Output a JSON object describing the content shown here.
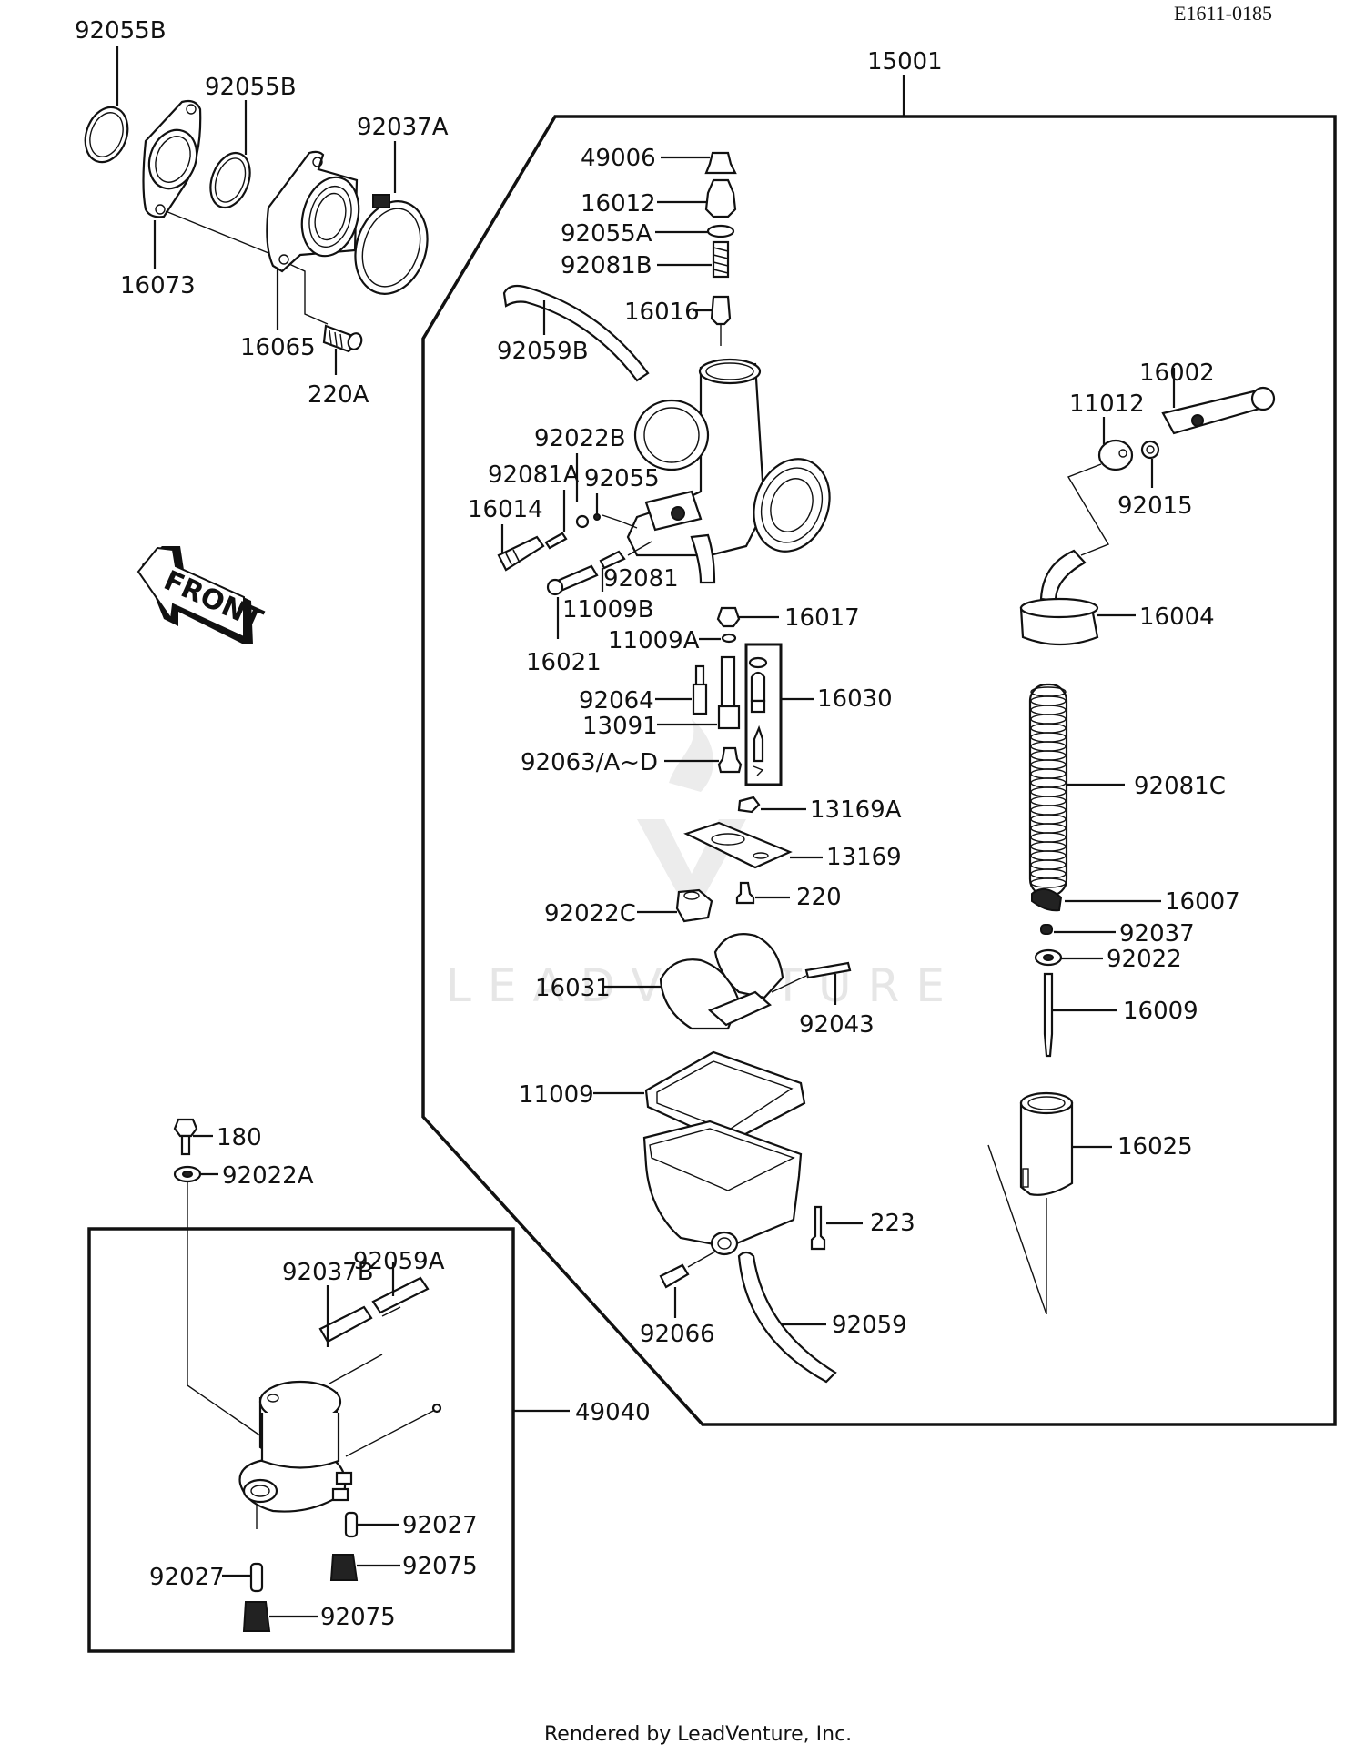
{
  "document": {
    "doc_id": "E1611-0185",
    "footer": "Rendered by LeadVenture, Inc.",
    "watermark": "LEADVENTURE",
    "direction_marker": "FRONT"
  },
  "groups": {
    "carburetor_assembly": "15001",
    "fuel_pump_assembly": "49040"
  },
  "labels": {
    "p92055B_a": "92055B",
    "p92055B_b": "92055B",
    "p92037A": "92037A",
    "p16073": "16073",
    "p16065": "16065",
    "p220A": "220A",
    "p15001": "15001",
    "p49006": "49006",
    "p16012": "16012",
    "p92055A": "92055A",
    "p92081B": "92081B",
    "p16016": "16016",
    "p92059B": "92059B",
    "p92022B": "92022B",
    "p92081A": "92081A",
    "p92055": "92055",
    "p16014": "16014",
    "p92081": "92081",
    "p11009B": "11009B",
    "p16021": "16021",
    "p16017": "16017",
    "p11009A": "11009A",
    "p92064": "92064",
    "p16030": "16030",
    "p13091": "13091",
    "p92063": "92063/A~D",
    "p13169A": "13169A",
    "p13169": "13169",
    "p220": "220",
    "p92022C": "92022C",
    "p16031": "16031",
    "p92043": "92043",
    "p11009": "11009",
    "p223": "223",
    "p92066": "92066",
    "p92059": "92059",
    "p16002": "16002",
    "p11012": "11012",
    "p92015": "92015",
    "p16004": "16004",
    "p92081C": "92081C",
    "p16007": "16007",
    "p92037": "92037",
    "p92022": "92022",
    "p16009": "16009",
    "p16025": "16025",
    "p180": "180",
    "p92022A": "92022A",
    "p92059A": "92059A",
    "p92037B": "92037B",
    "p49040": "49040",
    "p92027_a": "92027",
    "p92075_a": "92075",
    "p92027_b": "92027",
    "p92075_b": "92075"
  }
}
